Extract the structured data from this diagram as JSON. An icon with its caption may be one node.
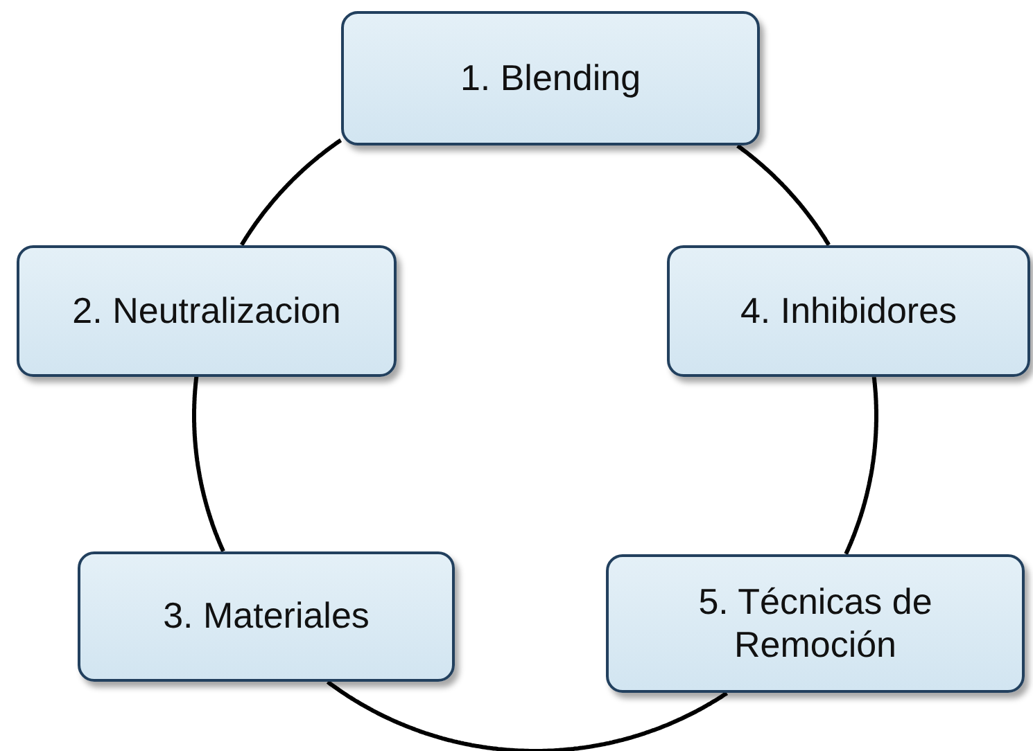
{
  "diagram": {
    "nodes": [
      {
        "text": [
          "1. Blending"
        ]
      },
      {
        "text": [
          "2. Neutralizacion"
        ]
      },
      {
        "text": [
          "4. Inhibidores"
        ]
      },
      {
        "text": [
          "3. Materiales"
        ]
      },
      {
        "text": [
          "5. Técnicas de Remoción"
        ]
      }
    ],
    "edges": [
      {
        "from": 0,
        "to": 1,
        "arrow": "none"
      },
      {
        "from": 1,
        "to": 3,
        "arrow": "none"
      },
      {
        "from": 3,
        "to": 4,
        "arrow": "none"
      },
      {
        "from": 4,
        "to": 2,
        "arrow": "none"
      },
      {
        "from": 2,
        "to": 0,
        "arrow": "none"
      }
    ]
  }
}
